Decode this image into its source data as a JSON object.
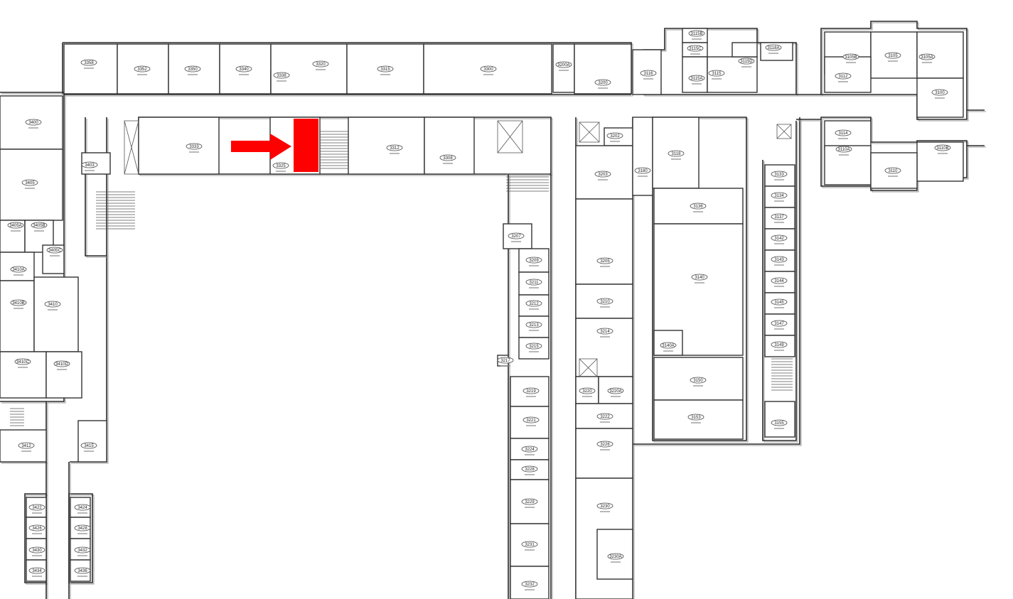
{
  "plan": {
    "marker_color": "#ff0000",
    "marker_icon": "arrow-right-icon",
    "highlighted_room": "3325",
    "rooms": [
      "3358",
      "3352",
      "3350",
      "3340",
      "3338",
      "3320",
      "3315",
      "3300",
      "3200A",
      "3200",
      "3116",
      "3403",
      "3333",
      "3325",
      "3312",
      "3308",
      "3202",
      "3203",
      "3180",
      "3118",
      "3115B",
      "3115C",
      "3115A",
      "3115",
      "3115D",
      "3118A",
      "3105B",
      "3105",
      "3105A",
      "3112",
      "3100",
      "3114",
      "3110A",
      "3110B",
      "3110",
      "3400",
      "3405",
      "3405A",
      "3405B",
      "3405C",
      "3410A",
      "3410B",
      "3410",
      "3410C",
      "3410D",
      "3412",
      "3415",
      "3422",
      "3424",
      "3426",
      "3428",
      "3430",
      "3432",
      "3434",
      "3436",
      "3207",
      "3209",
      "3211",
      "3212",
      "3213",
      "3215",
      "3217",
      "3219",
      "3221",
      "3224",
      "3228",
      "3229",
      "3231",
      "3232",
      "3205",
      "3210",
      "3214",
      "3220",
      "3220A",
      "3222",
      "3226",
      "3230",
      "3230A",
      "3136",
      "3140",
      "3140A",
      "3150",
      "3153",
      "3133",
      "3134",
      "3137",
      "3142",
      "3143",
      "3144",
      "3145",
      "3147",
      "3149",
      "3155"
    ]
  }
}
